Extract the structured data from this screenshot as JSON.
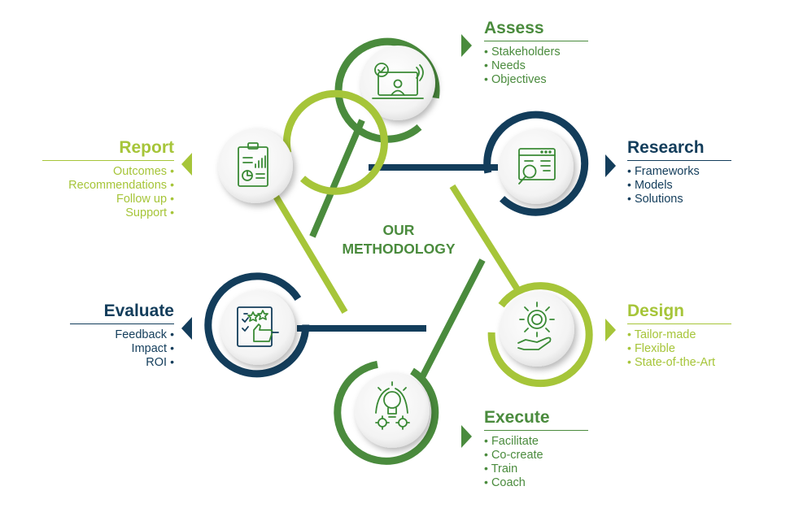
{
  "center": {
    "line1": "OUR",
    "line2": "METHODOLOGY"
  },
  "colors": {
    "dark_green": "#4a8b3d",
    "lime": "#a6c539",
    "navy": "#133d5b",
    "icon": "#3a8a35"
  },
  "stages": [
    {
      "id": "assess",
      "title": "Assess",
      "items": [
        "Stakeholders",
        "Needs",
        "Objectives"
      ],
      "color": "#4a8b3d",
      "icon": "laptop-user-check-icon"
    },
    {
      "id": "research",
      "title": "Research",
      "items": [
        "Frameworks",
        "Models",
        "Solutions"
      ],
      "color": "#133d5b",
      "icon": "browser-magnifier-icon"
    },
    {
      "id": "design",
      "title": "Design",
      "items": [
        "Tailor-made",
        "Flexible",
        "State-of-the-Art"
      ],
      "color": "#a6c539",
      "icon": "hand-idea-icon"
    },
    {
      "id": "execute",
      "title": "Execute",
      "items": [
        "Facilitate",
        "Co-create",
        "Train",
        "Coach"
      ],
      "color": "#4a8b3d",
      "icon": "bulb-gears-icon"
    },
    {
      "id": "evaluate",
      "title": "Evaluate",
      "items": [
        "Feedback",
        "Impact",
        "ROI"
      ],
      "color": "#133d5b",
      "icon": "rating-thumbs-up-icon"
    },
    {
      "id": "report",
      "title": "Report",
      "items": [
        "Outcomes",
        "Recommendations",
        "Follow up",
        "Support"
      ],
      "color": "#a6c539",
      "icon": "clipboard-chart-icon"
    }
  ]
}
